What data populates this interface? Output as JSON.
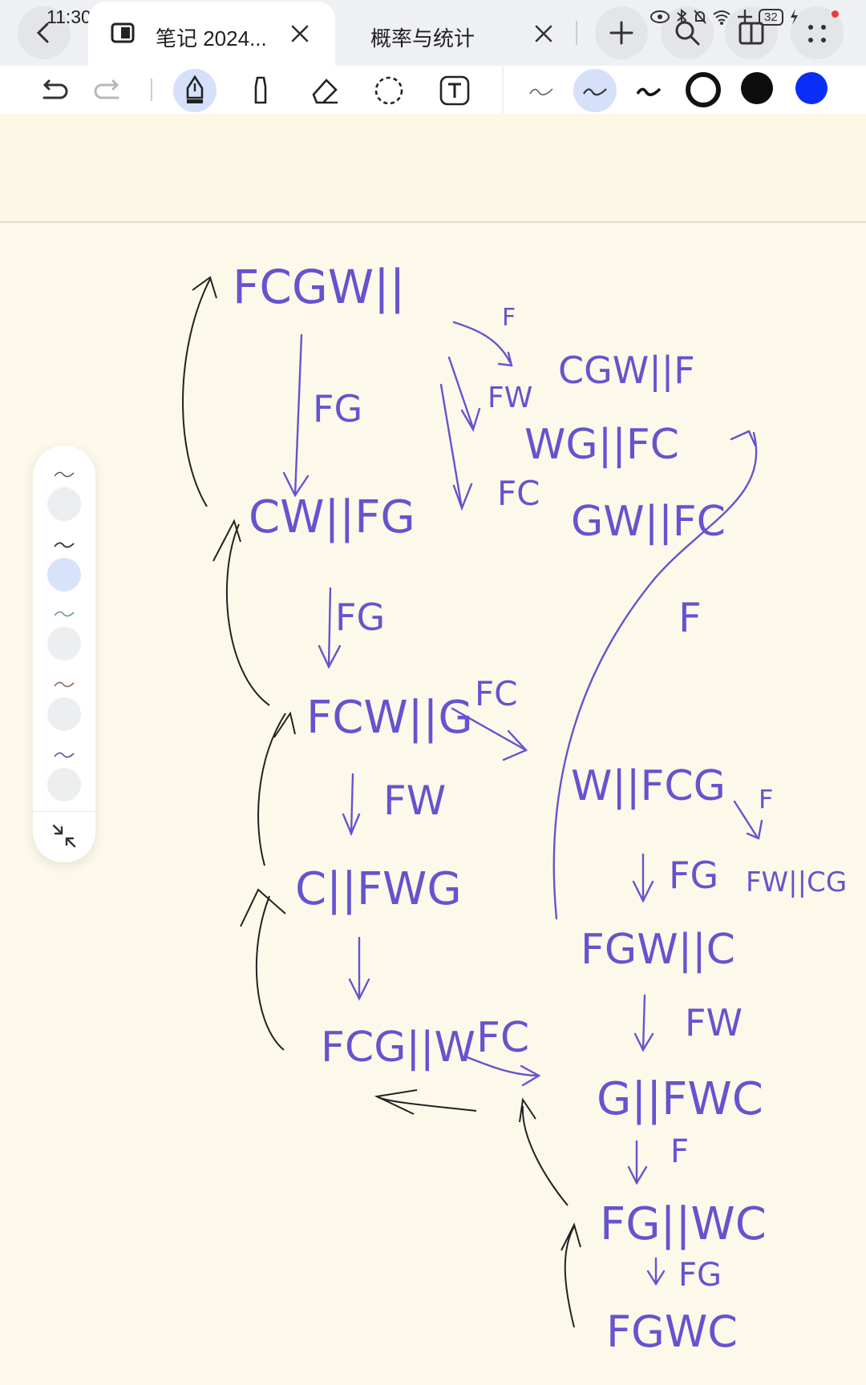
{
  "status_bar": {
    "time": "11:30",
    "battery": "32"
  },
  "tabs": [
    {
      "title": "笔记 2024..."
    },
    {
      "title": "概率与统计"
    }
  ],
  "toolbar": {
    "tools": [
      "undo-icon",
      "redo-icon",
      "fountain-pen-icon",
      "marker-icon",
      "eraser-icon",
      "lasso-icon",
      "text-box-icon"
    ],
    "stroke_widths": [
      "thin",
      "medium",
      "thick"
    ],
    "colors": [
      "#ffffff",
      "#000000",
      "#0a2ef5"
    ],
    "selected_color": "#0a2ef5"
  },
  "palette": {
    "pens": [
      "pen-1",
      "pen-2",
      "pen-3",
      "pen-4",
      "pen-5"
    ],
    "active_index": 1
  },
  "notes": {
    "states": [
      "FCGW||",
      "CW||FG",
      "FCW||G",
      "C||FWG",
      "FCG||W",
      "CGW||F",
      "WG||FC",
      "GW||FC",
      "W||FCG",
      "FW||CG",
      "FGW||C",
      "G||FWC",
      "FG||WC",
      "FGWC"
    ],
    "moves": [
      "FG",
      "F",
      "FW",
      "FG",
      "FC",
      "F",
      "FW",
      "FC",
      "F",
      "FC",
      "FG",
      "FW",
      "F",
      "FG"
    ]
  }
}
